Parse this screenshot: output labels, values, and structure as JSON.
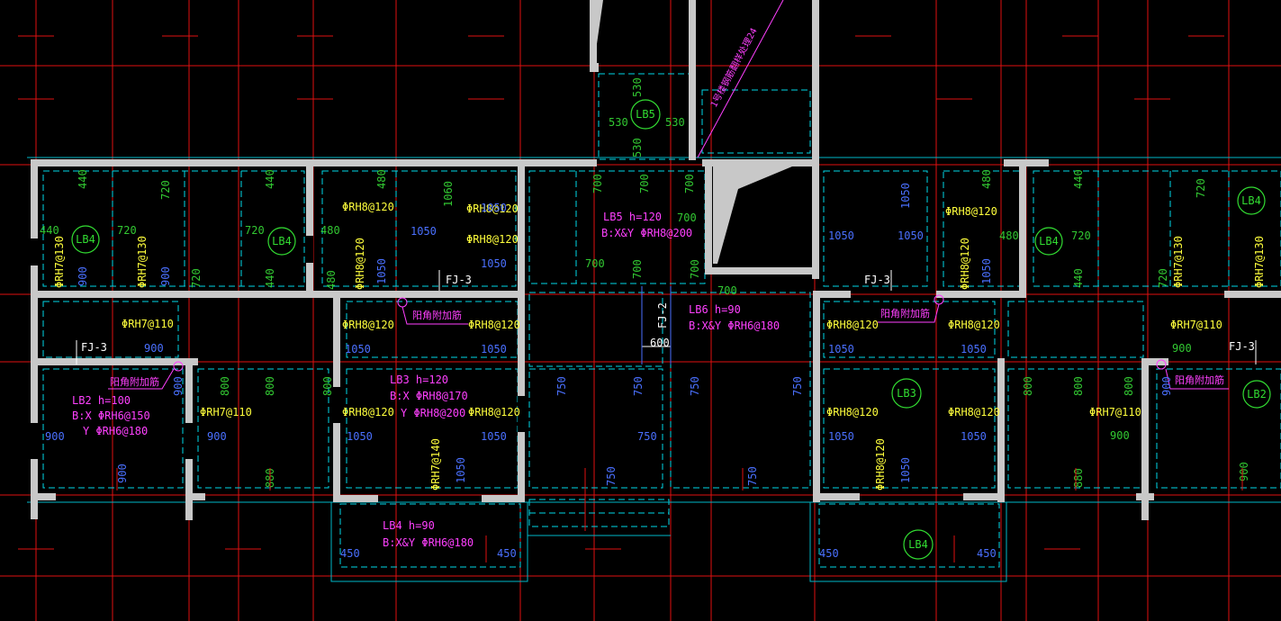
{
  "colors": {
    "background": "#000000",
    "grid_red": "#e01010",
    "wall_fill": "#c8c8c8",
    "dash_cyan": "#00d8e8",
    "text_yellow": "#ffff3c",
    "text_magenta": "#ff40ff",
    "text_green": "#32c832",
    "text_blue": "#4a70ff",
    "text_white": "#ffffff",
    "circle_green": "#32dc32"
  },
  "slab_tags": [
    {
      "id": "s1",
      "label": "LB5"
    },
    {
      "id": "s2",
      "label": "LB4"
    },
    {
      "id": "s3",
      "label": "LB4"
    },
    {
      "id": "s4",
      "label": "LB4"
    },
    {
      "id": "s5",
      "label": "LB4"
    },
    {
      "id": "s6",
      "label": "LB3"
    },
    {
      "id": "s7",
      "label": "LB2"
    },
    {
      "id": "s8",
      "label": "LB4"
    }
  ],
  "specs": {
    "lb5": {
      "h": "LB5 h=120",
      "rebar": "B:X&Y ΦRH8@200"
    },
    "lb6": {
      "h": "LB6 h=90",
      "rebar": "B:X&Y ΦRH6@180"
    },
    "lb3": {
      "h": "LB3 h=120",
      "x": "B:X ΦRH8@170",
      "y": "Y ΦRH8@200"
    },
    "lb2": {
      "h": "LB2 h=100",
      "x": "B:X ΦRH6@150",
      "y": "Y ΦRH6@180"
    },
    "lb4": {
      "h": "LB4 h=90",
      "rebar": "B:X&Y ΦRH6@180"
    }
  },
  "markers": {
    "fj3": "FJ-3",
    "fj2": "FJ-2",
    "dim600": "600"
  },
  "notes": {
    "corner_bars": "阳角附加筋",
    "diagonal": "1号楼钢筋翻样处理24"
  },
  "rebar_labels": [
    "ΦRH8@120",
    "ΦRH7@130",
    "ΦRH7@110",
    "ΦRH8@120",
    "ΦRH7@140"
  ],
  "dims_green": [
    "440",
    "720",
    "480",
    "1060",
    "530",
    "700",
    "800",
    "880",
    "900"
  ],
  "dims_blue": [
    "900",
    "1050",
    "750",
    "450",
    "880"
  ]
}
